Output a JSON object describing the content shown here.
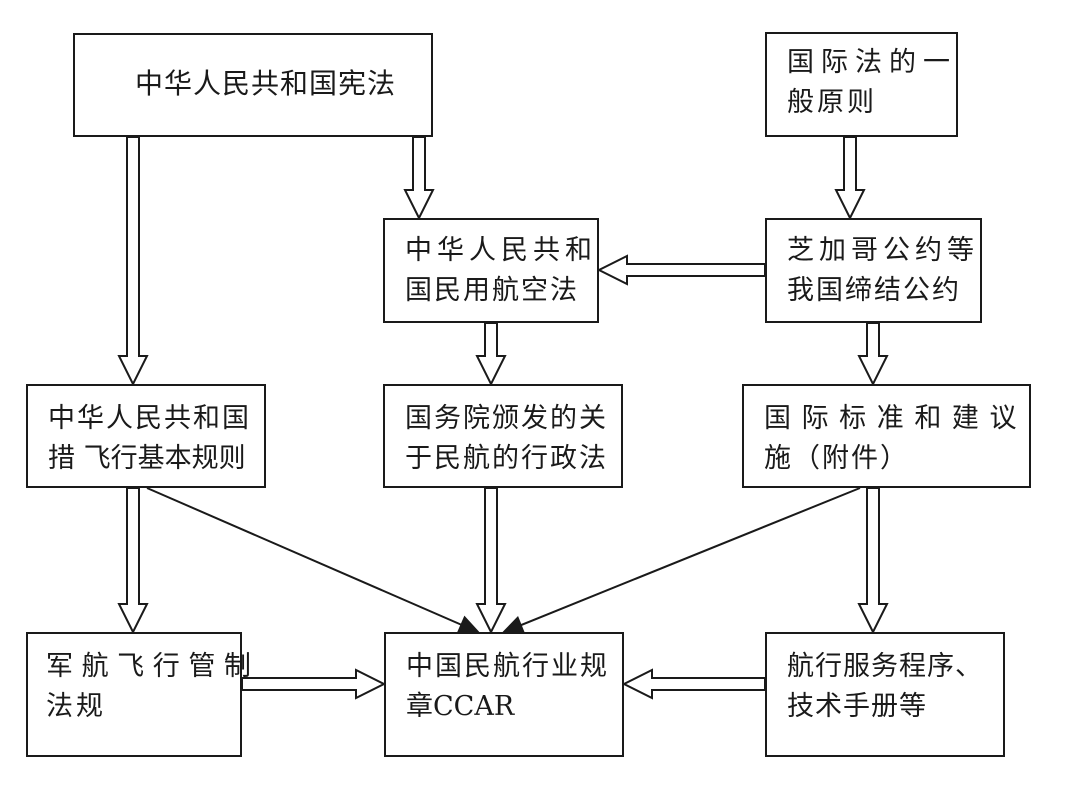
{
  "diagram": {
    "nodes": {
      "constitution": {
        "lines": [
          "中华人民共和国宪法"
        ]
      },
      "intl_principles": {
        "lines": [
          "国际法的一",
          "般原则"
        ]
      },
      "civil_aviation_law": {
        "lines": [
          "中华人民共和",
          "国民用航空法"
        ]
      },
      "chicago_convention": {
        "lines": [
          "芝加哥公约等",
          "我国缔结公约"
        ]
      },
      "flight_rules": {
        "lines": [
          "中华人民共和国",
          "措 飞行基本规则"
        ]
      },
      "state_council_regs": {
        "lines": [
          "国务院颁发的关",
          "于民航的行政法"
        ]
      },
      "intl_standards": {
        "lines": [
          "国 际 标 准 和 建 议",
          "施（附件）"
        ]
      },
      "military_regs": {
        "lines": [
          "军 航 飞 行 管 制",
          "法规"
        ]
      },
      "ccar": {
        "lines": [
          "中国民航行业规",
          "章CCAR"
        ]
      },
      "procedures": {
        "lines": [
          "航行服务程序、",
          "技术手册等"
        ]
      }
    },
    "edges": [
      {
        "from": "constitution",
        "to": "flight_rules",
        "style": "hollow-arrow"
      },
      {
        "from": "constitution",
        "to": "civil_aviation_law",
        "style": "hollow-arrow"
      },
      {
        "from": "intl_principles",
        "to": "chicago_convention",
        "style": "hollow-arrow"
      },
      {
        "from": "chicago_convention",
        "to": "civil_aviation_law",
        "style": "hollow-arrow"
      },
      {
        "from": "civil_aviation_law",
        "to": "state_council_regs",
        "style": "hollow-arrow"
      },
      {
        "from": "chicago_convention",
        "to": "intl_standards",
        "style": "hollow-arrow"
      },
      {
        "from": "flight_rules",
        "to": "military_regs",
        "style": "hollow-arrow"
      },
      {
        "from": "state_council_regs",
        "to": "ccar",
        "style": "hollow-arrow"
      },
      {
        "from": "intl_standards",
        "to": "procedures",
        "style": "hollow-arrow"
      },
      {
        "from": "military_regs",
        "to": "ccar",
        "style": "hollow-arrow"
      },
      {
        "from": "procedures",
        "to": "ccar",
        "style": "hollow-arrow"
      },
      {
        "from": "flight_rules",
        "to": "ccar",
        "style": "line-solid-arrow"
      },
      {
        "from": "intl_standards",
        "to": "ccar",
        "style": "line-solid-arrow"
      }
    ]
  }
}
